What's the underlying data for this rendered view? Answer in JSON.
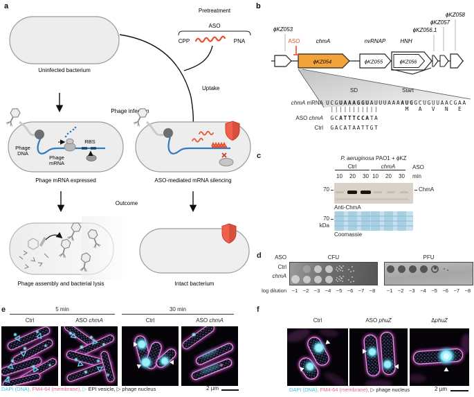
{
  "panel_labels": {
    "a": "a",
    "b": "b",
    "c": "c",
    "d": "d",
    "e": "e",
    "f": "f"
  },
  "panel_a": {
    "uninfected": "Uninfected bacterium",
    "pretreatment": "Pretreatment",
    "aso": "ASO",
    "cpp": "CPP",
    "pna": "PNA",
    "uptake": "Uptake",
    "phage_infection": "Phage infection",
    "phage_dna_1": "Phage",
    "phage_dna_2": "DNA",
    "phage_mrna_1": "Phage",
    "phage_mrna_2": "mRNA",
    "rbs": "RBS",
    "left_caption": "Phage mRNA expressed",
    "right_caption": "ASO-mediated mRNA silencing",
    "outcome": "Outcome",
    "lysis_caption": "Phage assembly and bacterial lysis",
    "intact_caption": "Intact bacterium"
  },
  "panel_b": {
    "phiKZ053": "ϕKZ053",
    "aso": "ASO",
    "chmA": "chmA",
    "phiKZ054": "ϕKZ054",
    "nvRNAP": "nvRNAP",
    "phiKZ055": "ϕKZ055",
    "HNH": "HNH",
    "phiKZ056": "ϕKZ056",
    "phiKZ056_1": "ϕKZ056.1",
    "phiKZ057": "ϕKZ057",
    "phiKZ058": "ϕKZ058",
    "sd": "SD",
    "start": "Start",
    "mrna_label_gene": "chmA",
    "mrna_label_rest": " mRNA",
    "seq_pre": "UCG",
    "seq_sd": "UAAAGGU",
    "seq_mid": "AUUUAAA",
    "seq_aug": "AUG",
    "seq_post": "GCUGUUAACGAA",
    "bars": " |||||||||||",
    "aa": "      M  A  V  N  E",
    "aso_label_pre": "ASO ",
    "aso_label_gene": "chmA",
    "aso_seq_indent": " ",
    "aso_seq_pre": "GC",
    "aso_seq_bold": "ATTTCCA",
    "aso_seq_post": "TA",
    "ctrl_label": "Ctrl",
    "ctrl_seq": " GACATAATTGT"
  },
  "panel_c": {
    "title_species": "P. aeruginosa",
    "title_rest": " PAO1 + ϕKZ",
    "group1": "Ctrl",
    "group2": "chmA",
    "aso": "ASO",
    "times": [
      "10",
      "20",
      "30",
      "10",
      "20",
      "30"
    ],
    "min": "min",
    "marker70_blot": "70",
    "band_label": "ChmA",
    "anti_label": "Anti-ChmA",
    "marker70_gel": "70",
    "kda": "kDa",
    "coomassie": "Coomassie"
  },
  "panel_d": {
    "aso": "ASO",
    "row1": "Ctrl",
    "row2": "chmA",
    "log_label": "log dilution",
    "dilutions": [
      "−1",
      "−2",
      "−3",
      "−4",
      "−5",
      "−6",
      "−7",
      "−8"
    ],
    "cfu": {
      "title": "CFU",
      "spot_color": "#cfcfcf",
      "rows_spots": [
        [
          "none",
          "faint",
          "solid",
          "solid",
          "colonies",
          "sparse",
          "none",
          "none"
        ],
        [
          "bright",
          "solid",
          "solid",
          "solid",
          "colonies",
          "sparse",
          "none",
          "none"
        ]
      ]
    },
    "pfu": {
      "title": "PFU",
      "spot_color": "#4a4a4a",
      "rows_spots": [
        [
          "solid",
          "solid",
          "solid",
          "solid",
          "ring",
          "dots2",
          "none",
          "none"
        ],
        [
          "none",
          "none",
          "none",
          "none",
          "none",
          "none",
          "none",
          "none"
        ]
      ]
    }
  },
  "panel_e": {
    "t5": "5 min",
    "t30": "30 min",
    "col1": "Ctrl",
    "col2_pre": "ASO ",
    "col2_gene": "chmA",
    "col3": "Ctrl",
    "col4_pre": "ASO ",
    "col4_gene": "chmA",
    "legend": {
      "dapi": "DAPI (DNA), ",
      "fm": "FM4-64 (membrane), ",
      "epi_glyph": "▷",
      "epi": " EPI vesicle, ",
      "nuc_glyph": "▷",
      "nuc": " phage nucleus",
      "scale": "2 µm"
    }
  },
  "panel_f": {
    "col1": "Ctrl",
    "col2_pre": "ASO ",
    "col2_gene": "phuZ",
    "col3_pre": "Δ",
    "col3_gene": "phuZ",
    "legend": {
      "dapi": "DAPI (DNA), ",
      "fm": "FM4-64 (membrane), ",
      "nuc_glyph": "▷",
      "nuc": " phage nucleus",
      "scale": "2 µm"
    }
  },
  "colors": {
    "orange_gene": "#F2A33C",
    "aso_red": "#E8502D",
    "shield_red": "#F0604C",
    "dapi_cyan": "#3BBFDB",
    "fm_pink": "#EE5E8C",
    "membrane_magenta": "#C94BC9",
    "mrna_blue": "#2E7BBF"
  }
}
